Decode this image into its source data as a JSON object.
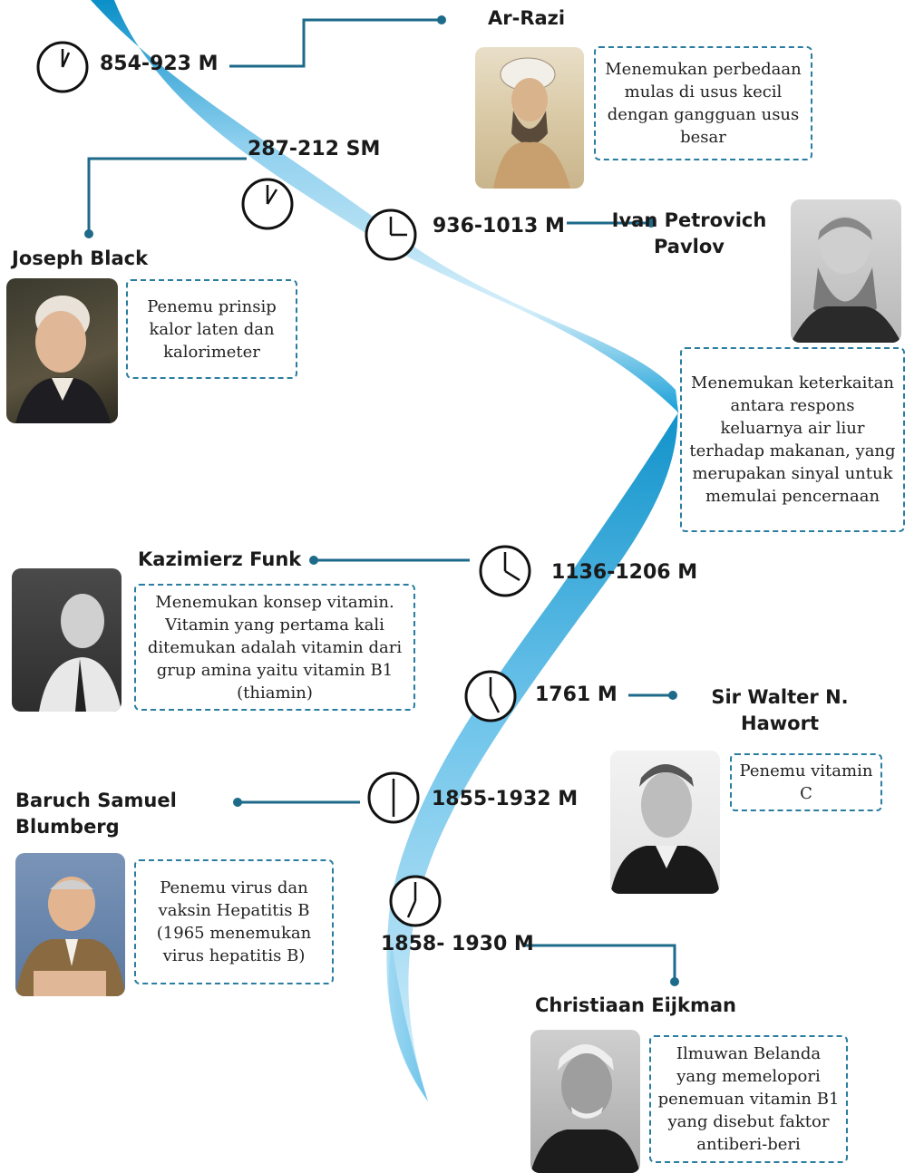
{
  "colors": {
    "ribbon_light": "#d4eef9",
    "ribbon_mid": "#8fd0ee",
    "ribbon_dark": "#0a8fc8",
    "connector": "#1d6a8a",
    "dash": "#2a7da0"
  },
  "timeline": [
    {
      "id": "ar-razi",
      "date": "854-923  M",
      "name": "Ar-Razi",
      "description": "Menemukan perbedaan mulas di usus kecil dengan gangguan usus besar",
      "clock_icon": "clock-icon"
    },
    {
      "id": "joseph-black",
      "date": "287-212 SM",
      "name": "Joseph Black",
      "description": "Penemu prinsip kalor laten dan kalorimeter",
      "clock_icon": "clock-icon"
    },
    {
      "id": "pavlov",
      "date": "936-1013 M",
      "name": "Ivan Petrovich Pavlov",
      "description": "Menemukan keterkaitan antara respons keluarnya air liur terhadap makanan, yang merupakan sinyal untuk memulai pencernaan",
      "clock_icon": "clock-icon"
    },
    {
      "id": "funk",
      "date": "1136-1206 M",
      "name": "Kazimierz Funk",
      "description": "Menemukan konsep vitamin. Vitamin yang pertama kali ditemukan adalah vitamin dari grup amina yaitu vitamin B1 (thiamin)",
      "clock_icon": "clock-icon"
    },
    {
      "id": "haworth",
      "date": "1761 M",
      "name": "Sir Walter N. Hawort",
      "description": "Penemu vitamin C",
      "clock_icon": "clock-icon"
    },
    {
      "id": "blumberg",
      "date": "1855-1932 M",
      "name": "Baruch Samuel Blumberg",
      "description": "Penemu virus dan vaksin Hepatitis B (1965 menemukan virus hepatitis B)",
      "clock_icon": "clock-icon"
    },
    {
      "id": "eijkman",
      "date": "1858- 1930 M",
      "name": "Christiaan Eijkman",
      "description": "Ilmuwan Belanda yang memelopori penemuan vitamin B1 yang disebut faktor antiberi-beri",
      "clock_icon": "clock-icon"
    }
  ]
}
